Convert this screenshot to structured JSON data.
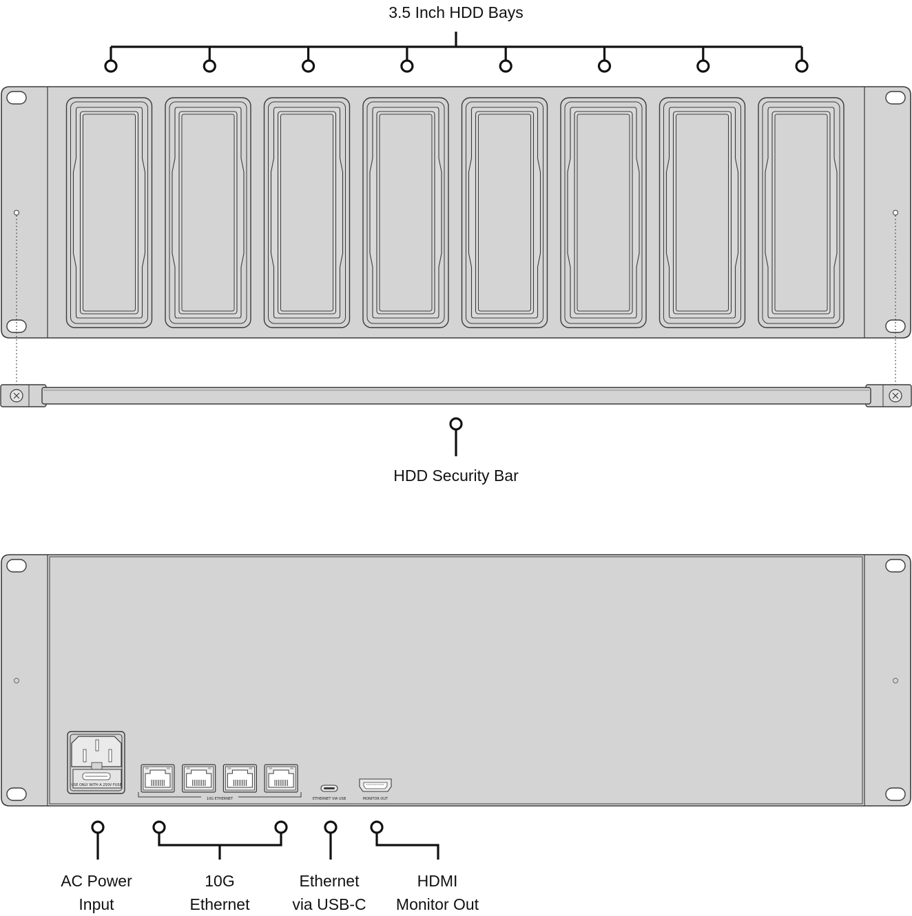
{
  "labels": {
    "hdd_bays": "3.5 Inch HDD Bays",
    "security_bar": "HDD Security Bar",
    "ac_power": {
      "line1": "AC Power",
      "line2": "Input"
    },
    "ethernet_10g": {
      "line1": "10G",
      "line2": "Ethernet"
    },
    "ethernet_usb": {
      "line1": "Ethernet",
      "line2": "via USB-C"
    },
    "hdmi": {
      "line1": "HDMI",
      "line2": "Monitor Out"
    }
  },
  "panel_text": {
    "fuse": "USE ONLY WITH A 250V FUSE",
    "ethernet_group": "10G ETHERNET",
    "usb_port": "ETHERNET VIA USB",
    "monitor_port": "MONITOR OUT"
  },
  "colors": {
    "chassis": "#d4d4d4",
    "outline": "#3a3a3a",
    "callout": "#111111"
  },
  "drive_bay_count": 8,
  "ethernet_port_count": 4
}
